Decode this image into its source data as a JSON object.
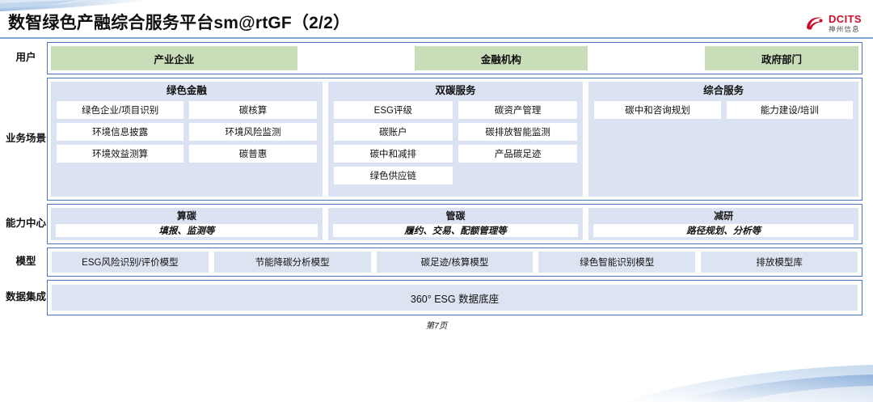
{
  "header": {
    "title": "数智绿色产融综合服务平台sm@rtGF（2/2）",
    "logo_en": "DCITS",
    "logo_cn": "神州信息"
  },
  "rows": {
    "user": {
      "label": "用户",
      "boxes": [
        "产业企业",
        "金融机构",
        "政府部门"
      ]
    },
    "scenario": {
      "label": "业务场景",
      "columns": [
        {
          "title": "绿色金融",
          "items": [
            "绿色企业/项目识别",
            "碳核算",
            "环境信息披露",
            "环境风险监测",
            "环境效益测算",
            "碳普惠"
          ]
        },
        {
          "title": "双碳服务",
          "items": [
            "ESG评级",
            "碳资产管理",
            "碳账户",
            "碳排放智能监测",
            "碳中和减排",
            "产品碳足迹",
            "绿色供应链"
          ]
        },
        {
          "title": "综合服务",
          "items": [
            "碳中和咨询规划",
            "能力建设/培训"
          ]
        }
      ]
    },
    "capability": {
      "label": "能力中心",
      "columns": [
        {
          "title": "算碳",
          "subtitle": "填报、监测等"
        },
        {
          "title": "管碳",
          "subtitle": "履约、交易、配额管理等"
        },
        {
          "title": "减研",
          "subtitle": "路径规划、分析等"
        }
      ]
    },
    "model": {
      "label": "模型",
      "boxes": [
        "ESG风险识别/评价模型",
        "节能降碳分析模型",
        "碳足迹/核算模型",
        "绿色智能识别模型",
        "排放模型库"
      ]
    },
    "data": {
      "label": "数据集成",
      "box": "360° ESG 数据底座"
    }
  },
  "footer": {
    "page": "第7页"
  },
  "colors": {
    "user_green": "#c9ddb9",
    "panel_blue": "#dbe3f3",
    "box_blue": "#dce3f1",
    "band_border": "#4a76c4",
    "brand_red": "#c8102e",
    "rule_blue": "#7fa6d6"
  }
}
